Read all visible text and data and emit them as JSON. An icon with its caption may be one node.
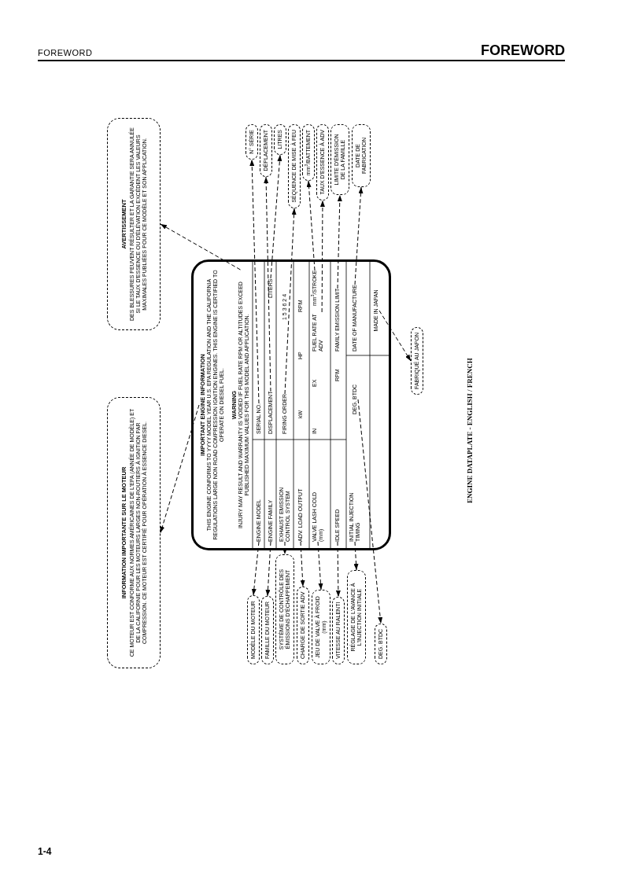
{
  "diagram": {
    "caption": "ENGINE DATAPLATE - ENGLISH / FRENCH",
    "nodes": [
      {
        "text": [],
        "shape": "box"
      },
      {
        "text": [
          "IMPORTANT ENGINE INFORMATION",
          "THIS ENGINE CONFORMS TO YYYY MODEL YEAR U.S. EPA REGULATION AND THE CALIFORNIA REGULATIONS LARGE NON ROAD COMPRESSION IGNITION ENGINES. THIS ENGINE IS CERTIFIED TO OPERATE ON DIESEL FUEL."
        ],
        "in": 0
      },
      {
        "text": [
          "WARNING",
          "INJURY MAY RESULT AND WARRANTY IS VOIDED IF FUEL RATE RPM OR ALTITUDES EXCEED PUBLISHED MAXIMUM VALUES FOR THIS MODEL AND APPLICATION."
        ],
        "in": 0
      },
      {
        "text": [
          "ENGINE MODEL"
        ],
        "in": 0
      },
      {
        "text": [
          "ENGINE FAMILY"
        ],
        "in": 0
      },
      {
        "text": [
          "EXHAUST EMISSION CONTROL SYSTEM"
        ],
        "in": 0
      },
      {
        "text": [
          "ADV. LOAD OUTPUT"
        ],
        "in": 0
      },
      {
        "text": [
          "VALVE LASH COLD (mm)"
        ],
        "in": 0
      },
      {
        "text": [
          "IDLE SPEED"
        ],
        "in": 0
      },
      {
        "text": [
          "INITIAL INJECTION TIMING"
        ],
        "in": 0
      },
      {
        "text": [
          "SERIAL NO."
        ],
        "in": 0
      },
      {
        "text": [
          "DISPLACEMENT"
        ],
        "in": 0
      },
      {
        "text": [
          "LITERS"
        ],
        "in": 0
      },
      {
        "text": [
          "FIRING ORDER"
        ],
        "in": 0
      },
      {
        "text": [
          "1 5 3 6 2 4"
        ],
        "in": 0
      },
      {
        "text": [
          "FUEL RATE AT ADV"
        ],
        "in": 0
      },
      {
        "text": [
          "mm$^{3}$/STROKE"
        ],
        "in": 0
      },
      {
        "text": [
          "FAMILY EMISSION LIMIT"
        ],
        "in": 0
      },
      {
        "text": [
          "DEG. BTDC"
        ],
        "in": 0
      },
      {
        "text": [
          "DATE OF MANUFACTURE"
        ],
        "in": 0
      },
      {
        "text": [
          "MADE IN JAPAN"
        ],
        "in": 0
      },
      {
        "text": [
          "INFORMATION IMPORTANTE SUR LE MOTEUR",
          "CE MOTEUR EST CONFORME AUX NORMES AMÉRICAINES DE L'EPA (ANNÉE DE MODÈLE) ET DE LA CALIFORNIE POUR LES MOTEURS LARGES NON-ROUTIERS À IGNITION PAR COMPRESSION. CE MOTEUR EST CERTIFIÉ POUR OPÉRATION À ESSENCE DIESEL."
        ]
      },
      {
        "text": [
          "AVERTISSEMENT",
          "DES BLESSURES PEUVENT RÉSULTER ET LA GARANTIE SERA ANNULÉE SI LE TAUX D'ESSENCE OU D'ÉLÉVATION EXCÈDENT LES VALEURS MAXIMALES PUBLIÉES POUR CE MODÈLE ET SON APPLICATION."
        ]
      },
      {
        "text": [
          "MODÈLE DU MOTEUR"
        ]
      },
      {
        "text": [
          "FAMILLE DU MOTEUR"
        ]
      },
      {
        "text": [
          "SYSTÈME DE CONTRÔLE DES ÉMISSIONS D'ÉCHAPPEMENT"
        ]
      },
      {
        "text": [
          "CHARGE DE SORTIE ADV"
        ]
      },
      {
        "text": [
          "JEU DE VALVE À FROID (mm)"
        ]
      },
      {
        "text": [
          "VITESSE AU RALENTI"
        ]
      },
      {
        "text": [
          "RÉGLAGE DE L'AVANCE À L'INJECTION INITIALE"
        ]
      },
      {
        "text": [
          "DEG. BTDC"
        ]
      },
      {
        "text": [
          "N° SÉRIE"
        ]
      },
      {
        "text": [
          "DÉPLACEMENT"
        ]
      },
      {
        "text": [
          "LITRES"
        ]
      },
      {
        "text": [
          "SÉQUENCE DE MISE À FEU"
        ]
      },
      {
        "text": [
          "mm$^{3}$/BATTEMENT"
        ]
      },
      {
        "text": [
          "TAUX D'ESSENCE À ADV"
        ]
      },
      {
        "text": [
          "LIMITE D'ÉMISSION DE LA FAMILLE"
        ]
      },
      {
        "text": [
          "DATE DE FABRICATION"
        ]
      },
      {
        "text": [
          "FABRIQUÉ AU JAPON"
        ]
      }
    ],
    "edges": [
      {
        "from": 1,
        "to": 21,
        "arrow": "to",
        "style": "dashed"
      },
      {
        "from": 2,
        "to": 22,
        "arrow": "to",
        "style": "dashed"
      },
      {
        "from": 3,
        "to": 23,
        "arrow": "to",
        "style": "dashed"
      },
      {
        "from": 4,
        "to": 24,
        "arrow": "to",
        "style": "dashed"
      },
      {
        "from": 5,
        "to": 25,
        "arrow": "to",
        "style": "dashed"
      },
      {
        "from": 6,
        "to": 26,
        "arrow": "to",
        "style": "dashed"
      },
      {
        "from": 7,
        "to": 27,
        "arrow": "to",
        "style": "dashed"
      },
      {
        "from": 8,
        "to": 28,
        "arrow": "to",
        "style": "dashed"
      },
      {
        "from": 9,
        "to": 29,
        "arrow": "to",
        "style": "dashed"
      },
      {
        "from": 18,
        "to": 30,
        "arrow": "to",
        "style": "dashed"
      },
      {
        "from": 10,
        "to": 31,
        "arrow": "to",
        "style": "dashed"
      },
      {
        "from": 11,
        "to": 32,
        "arrow": "to",
        "style": "dashed"
      },
      {
        "from": 12,
        "to": 33,
        "arrow": "to",
        "style": "dashed"
      },
      {
        "from": 13,
        "to": 34,
        "arrow": "to",
        "style": "dashed"
      },
      {
        "from": 16,
        "to": 35,
        "arrow": "to",
        "style": "dashed"
      },
      {
        "from": 15,
        "to": 36,
        "arrow": "to",
        "style": "dashed"
      },
      {
        "from": 17,
        "to": 37,
        "arrow": "to",
        "style": "dashed"
      },
      {
        "from": 19,
        "to": 38,
        "arrow": "to",
        "style": "dashed"
      },
      {
        "from": 20,
        "to": 39,
        "arrow": "to",
        "style": "dashed"
      }
    ],
    "labels": [
      "FOREWORD",
      "FOREWORD",
      "kW",
      "HP",
      "RPM",
      "IN",
      "EX",
      "RPM",
      "1-4"
    ]
  }
}
